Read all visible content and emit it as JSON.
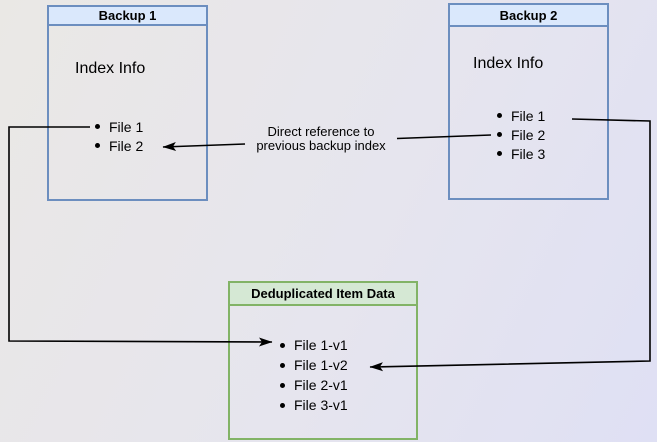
{
  "diagram": {
    "nodes": {
      "backup1": {
        "title": "Backup 1",
        "section": "Index Info",
        "items": [
          "File 1",
          "File 2"
        ]
      },
      "backup2": {
        "title": "Backup 2",
        "section": "Index Info",
        "items": [
          "File 1",
          "File 2",
          "File 3"
        ]
      },
      "dedup_store": {
        "title": "Deduplicated Item Data",
        "items": [
          "File 1-v1",
          "File 1-v2",
          "File 2-v1",
          "File 3-v1"
        ]
      }
    },
    "edge_label": {
      "line1": "Direct reference to",
      "line2": "previous backup index"
    },
    "colors": {
      "blue_fill": "#dae8fc",
      "blue_border": "#6c8ebf",
      "green_fill": "#d5e8d4",
      "green_border": "#82b366",
      "edge": "#000000",
      "canvas_start": "#eae8e5",
      "canvas_end": "#dfe0f4"
    }
  }
}
